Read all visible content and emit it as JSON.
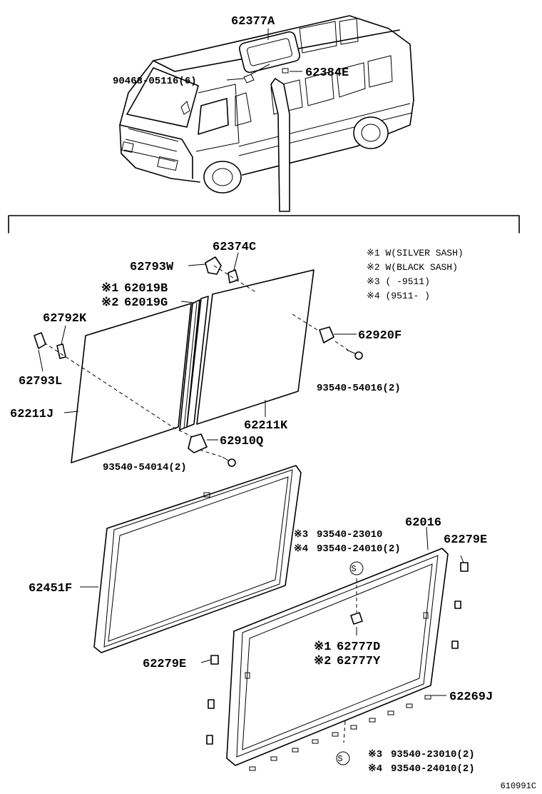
{
  "parts": {
    "p62377A": "62377A",
    "p62384E": "62384E",
    "p90468": "90468-05116(6)",
    "p62374C": "62374C",
    "p62793W": "62793W",
    "p62019B": "62019B",
    "p62019G": "62019G",
    "p62792K": "62792K",
    "p62793L": "62793L",
    "p62211J": "62211J",
    "p62211K": "62211K",
    "p62920F": "62920F",
    "p93540_54016": "93540-54016(2)",
    "p62910Q": "62910Q",
    "p93540_54014": "93540-54014(2)",
    "p62016": "62016",
    "p93540_23010a": "93540-23010",
    "p93540_24010a": "93540-24010(2)",
    "p62279E_a": "62279E",
    "p62451F": "62451F",
    "p62777D": "62777D",
    "p62777Y": "62777Y",
    "p62279E_b": "62279E",
    "p62269J": "62269J",
    "p93540_23010b": "93540-23010(2)",
    "p93540_24010b": "93540-24010(2)"
  },
  "marks": {
    "m1": "※1",
    "m2": "※2",
    "m3": "※3",
    "m4": "※4",
    "s": "S"
  },
  "notes": {
    "n1": "※1 W(SILVER SASH)",
    "n2": "※2 W(BLACK SASH)",
    "n3": "※3 (     -9511)",
    "n4": "※4 (9511-     )"
  },
  "figure_code": "610991C"
}
